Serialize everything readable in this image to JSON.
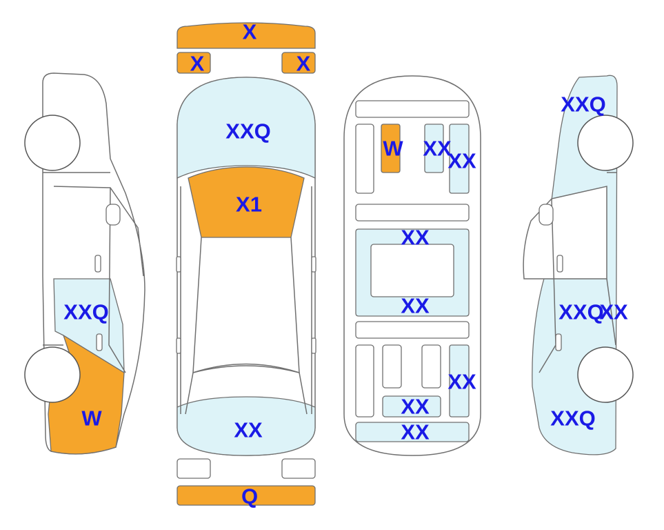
{
  "colors": {
    "damage_major": "#f5a52b",
    "damage_minor": "#ddf3f8",
    "label_text": "#1a1ae6",
    "outline": "#6f6f6f"
  },
  "labels": {
    "front_bumper": "X",
    "front_left_light": "X",
    "front_right_light": "X",
    "hood": "XXQ",
    "windshield": "X1",
    "roof": "XX",
    "rear_bumper": "Q",
    "interior_dash": "W",
    "interior_front_seat": "XX",
    "interior_front_door_panel": "XX",
    "interior_mid_top": "XX",
    "interior_mid_bottom": "XX",
    "interior_rear_door_panel": "XX",
    "interior_rear_seat": "XX",
    "interior_trunk": "XX",
    "left_side_door": "XXQ",
    "left_side_rear": "W",
    "right_side_front": "XXQ",
    "right_side_door": "XXQ",
    "right_side_door_edge": "XX",
    "right_side_rear": "XXQ"
  }
}
